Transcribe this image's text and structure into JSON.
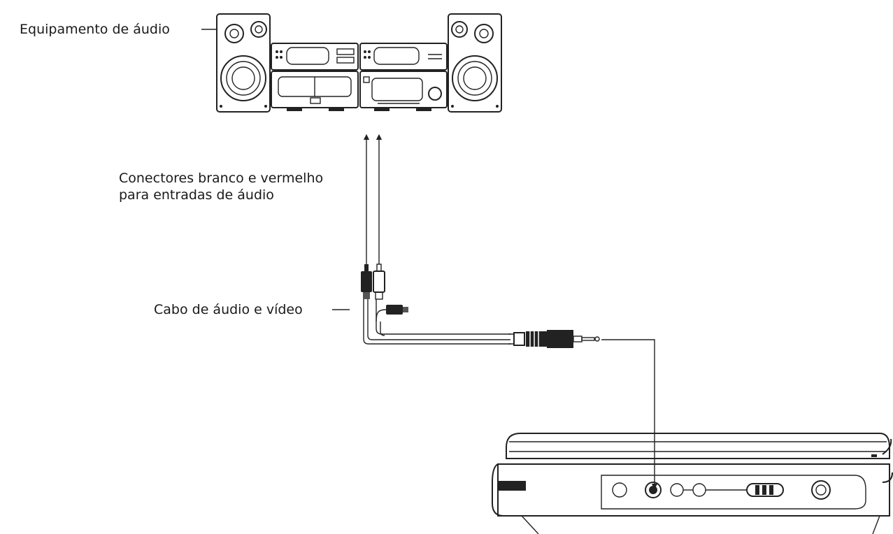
{
  "labels": {
    "audio_equipment": "Equipamento de áudio",
    "connectors_line1": "Conectores branco e vermelho",
    "connectors_line2": "para entradas de áudio",
    "av_cable": "Cabo de áudio e vídeo"
  },
  "icons": {
    "stereo": "stereo-system-icon",
    "dvd_player": "portable-dvd-player-icon",
    "cable": "av-cable-icon"
  }
}
